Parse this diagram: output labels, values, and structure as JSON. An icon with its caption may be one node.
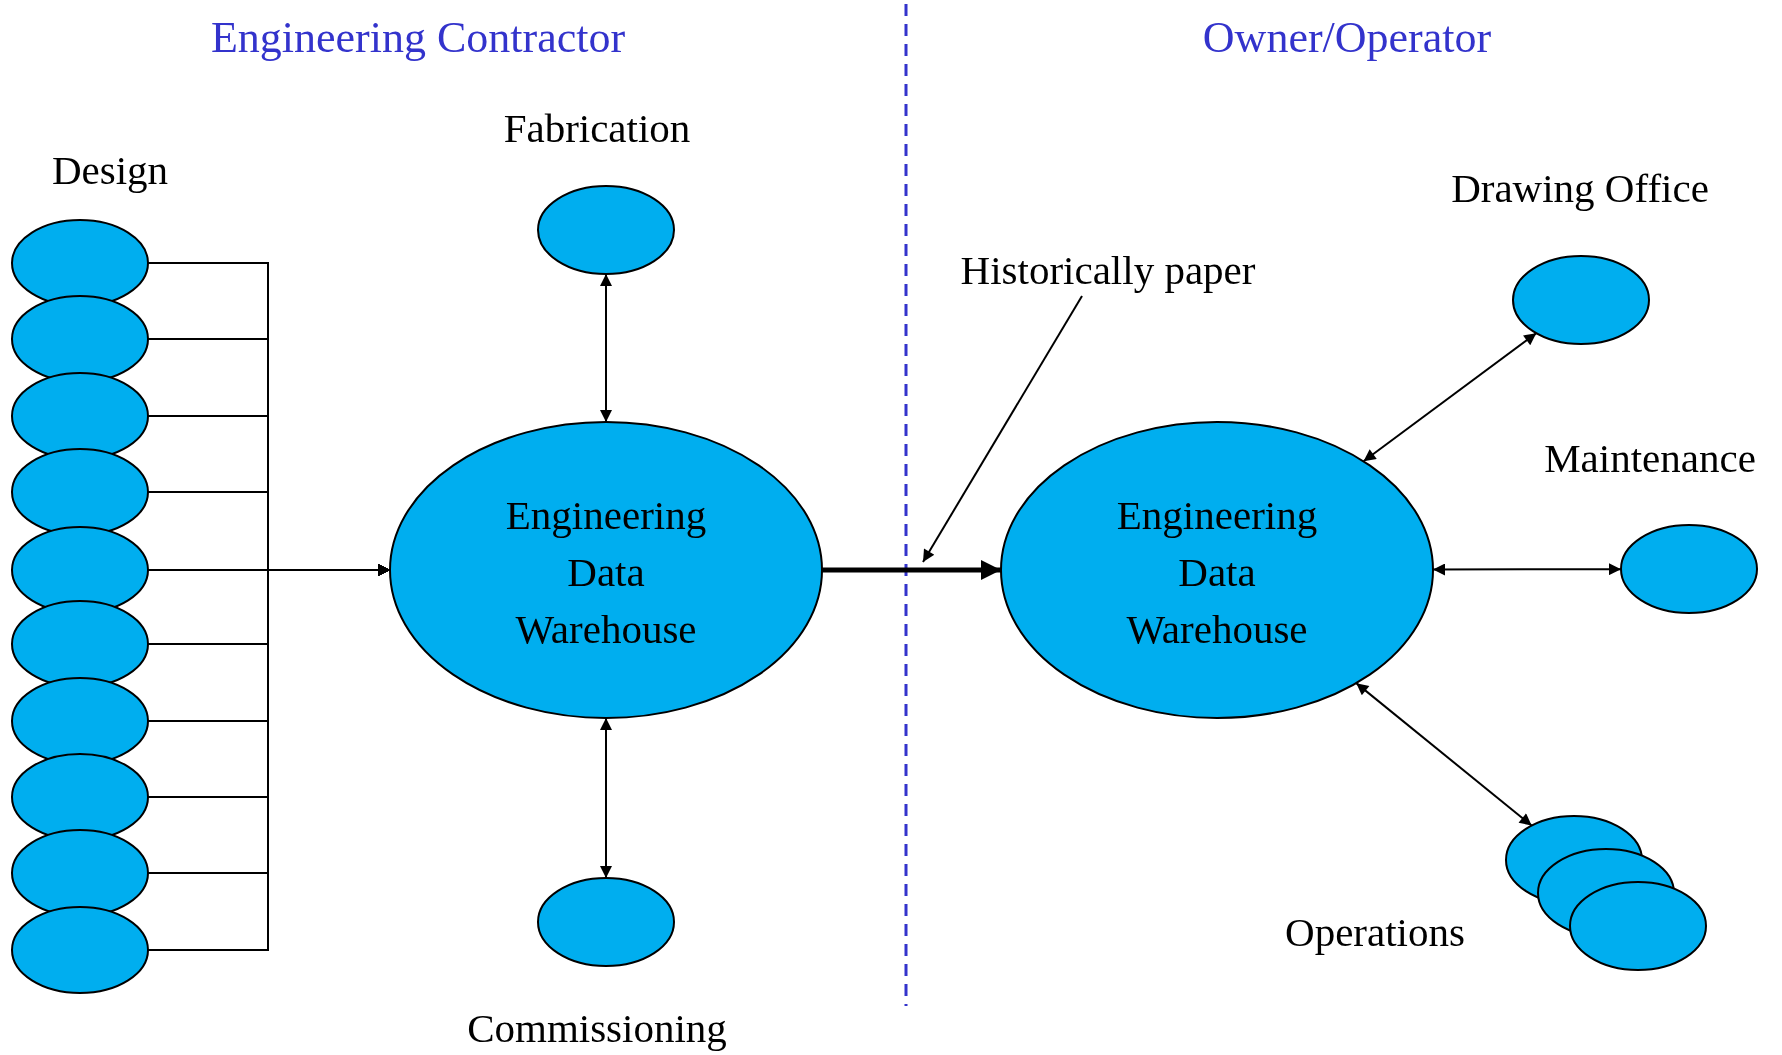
{
  "diagram": {
    "nodes": [
      {
        "text": [],
        "shape": "ellipse"
      },
      {
        "text": [],
        "shape": "ellipse"
      },
      {
        "text": [],
        "shape": "ellipse"
      },
      {
        "text": [],
        "shape": "ellipse"
      },
      {
        "text": [],
        "shape": "ellipse"
      },
      {
        "text": [],
        "shape": "ellipse"
      },
      {
        "text": [],
        "shape": "ellipse"
      },
      {
        "text": [],
        "shape": "ellipse"
      },
      {
        "text": [],
        "shape": "ellipse"
      },
      {
        "text": [],
        "shape": "ellipse"
      },
      {
        "text": [
          "Fabrication"
        ]
      },
      {
        "text": [
          "Engineering Data Warehouse"
        ]
      },
      {
        "text": [
          "Commissioning"
        ]
      },
      {
        "text": [
          "Historically paper"
        ]
      },
      {
        "text": [
          "Engineering Data Warehouse"
        ]
      },
      {
        "text": [
          "Drawing Office"
        ]
      },
      {
        "text": [
          "Maintenance"
        ]
      },
      {
        "text": [],
        "shape": "ellipse"
      },
      {
        "text": [],
        "shape": "ellipse"
      },
      {
        "text": [],
        "shape": "ellipse"
      }
    ],
    "edges": [
      {
        "from": 0,
        "to": 11,
        "arrow": "to"
      },
      {
        "from": 1,
        "to": 11,
        "arrow": "to"
      },
      {
        "from": 2,
        "to": 11,
        "arrow": "to"
      },
      {
        "from": 3,
        "to": 11,
        "arrow": "to"
      },
      {
        "from": 4,
        "to": 11,
        "arrow": "to"
      },
      {
        "from": 5,
        "to": 11,
        "arrow": "to"
      },
      {
        "from": 6,
        "to": 11,
        "arrow": "to"
      },
      {
        "from": 7,
        "to": 11,
        "arrow": "to"
      },
      {
        "from": 8,
        "to": 11,
        "arrow": "to"
      },
      {
        "from": 9,
        "to": 11,
        "arrow": "to"
      },
      {
        "from": 10,
        "to": 11,
        "arrow": "both"
      },
      {
        "from": 11,
        "to": 12,
        "arrow": "both"
      },
      {
        "from": 11,
        "to": 14,
        "arrow": "to",
        "style": "thick"
      },
      {
        "from": 13,
        "to": null,
        "arrow": "to"
      },
      {
        "from": 14,
        "to": 15,
        "arrow": "both"
      },
      {
        "from": 14,
        "to": 16,
        "arrow": "both"
      },
      {
        "from": 14,
        "to": 17,
        "arrow": "both"
      }
    ],
    "labels": [
      "Engineering Contractor",
      "Owner/Operator",
      "Design",
      "Operations"
    ]
  }
}
